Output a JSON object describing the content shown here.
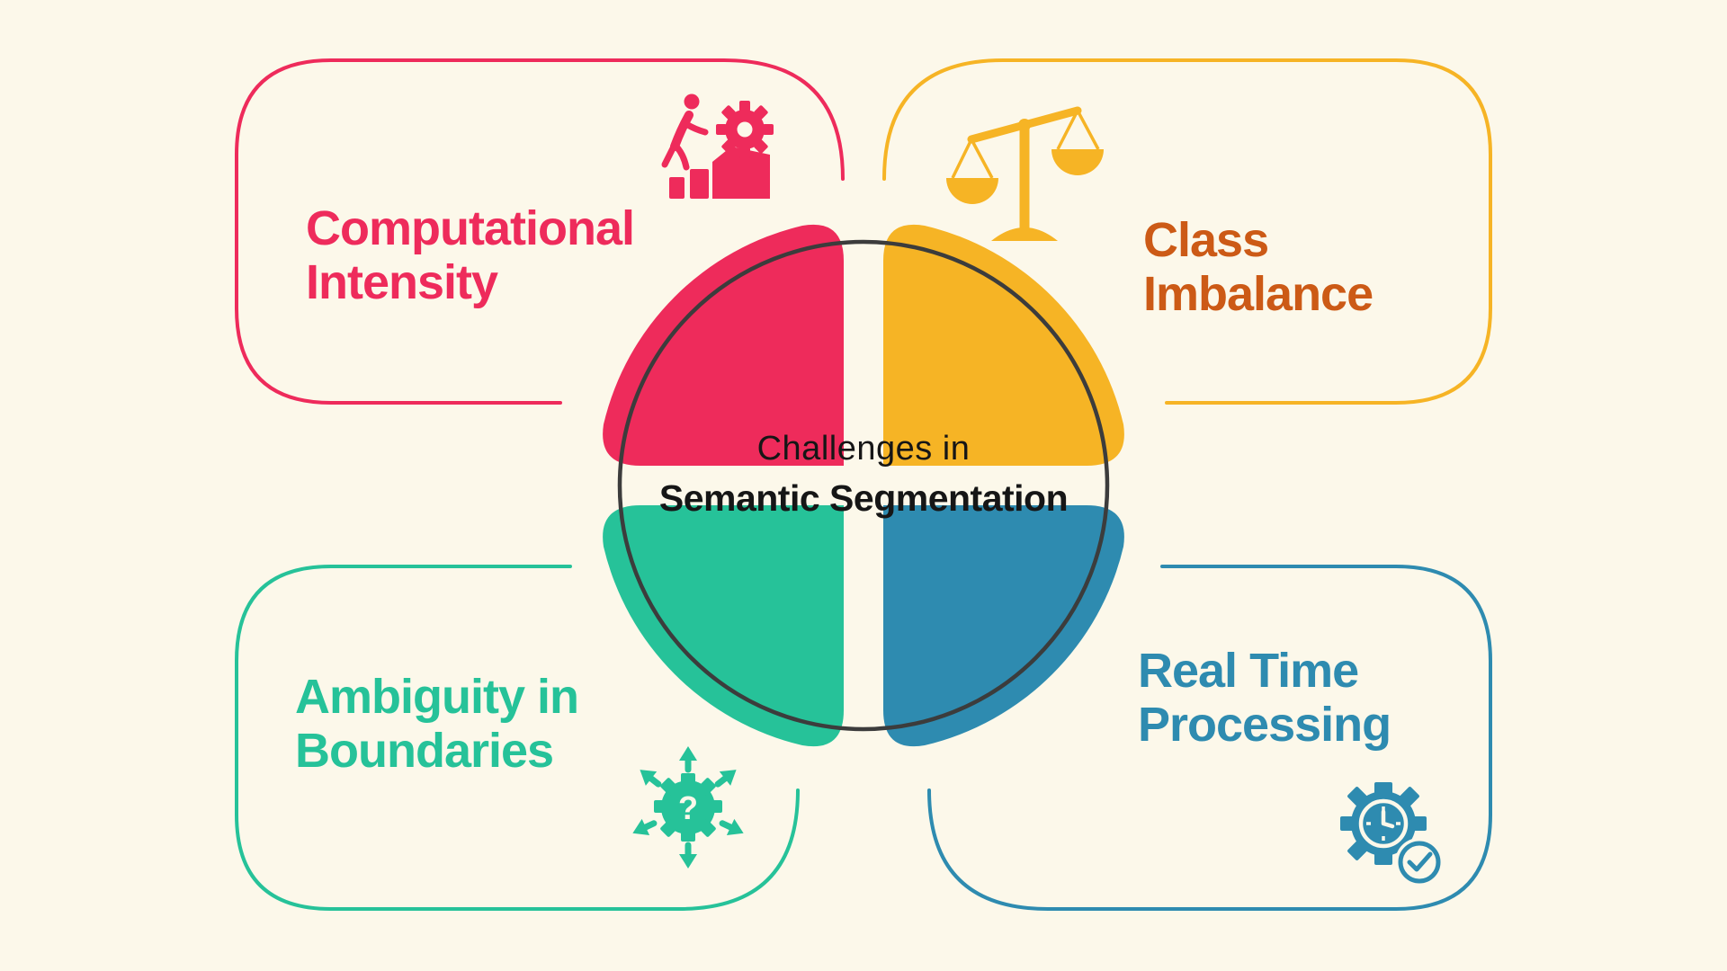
{
  "title": {
    "line1": "Challenges in",
    "line2": "Semantic Segmentation"
  },
  "cards": [
    {
      "name": "computational-intensity",
      "label_line1": "Computational",
      "label_line2": "Intensity",
      "icon": "person-climbing-bars-gear-icon",
      "accent_color": "#EE2B5B",
      "text_color": "#EE2B5B",
      "position": "top-left"
    },
    {
      "name": "class-imbalance",
      "label_line1": "Class",
      "label_line2": "Imbalance",
      "icon": "balance-scale-icon",
      "accent_color": "#F6B425",
      "text_color": "#CC5A16",
      "position": "top-right"
    },
    {
      "name": "ambiguity-in-boundaries",
      "label_line1": "Ambiguity in",
      "label_line2": "Boundaries",
      "icon": "question-gear-arrows-icon",
      "icon_glyph": "?",
      "accent_color": "#26C299",
      "text_color": "#26C299",
      "position": "bottom-left"
    },
    {
      "name": "real-time-processing",
      "label_line1": "Real Time",
      "label_line2": "Processing",
      "icon": "gear-clock-check-icon",
      "accent_color": "#2E8BB0",
      "text_color": "#2E8BB0",
      "position": "bottom-right"
    }
  ],
  "colors": {
    "background": "#FCF8EA",
    "pink": "#EE2B5B",
    "yellow": "#F6B425",
    "orange": "#CC5A16",
    "green": "#26C299",
    "blue": "#2E8BB0",
    "circle_outline": "#3C3C3C",
    "center_text": "#161616"
  }
}
